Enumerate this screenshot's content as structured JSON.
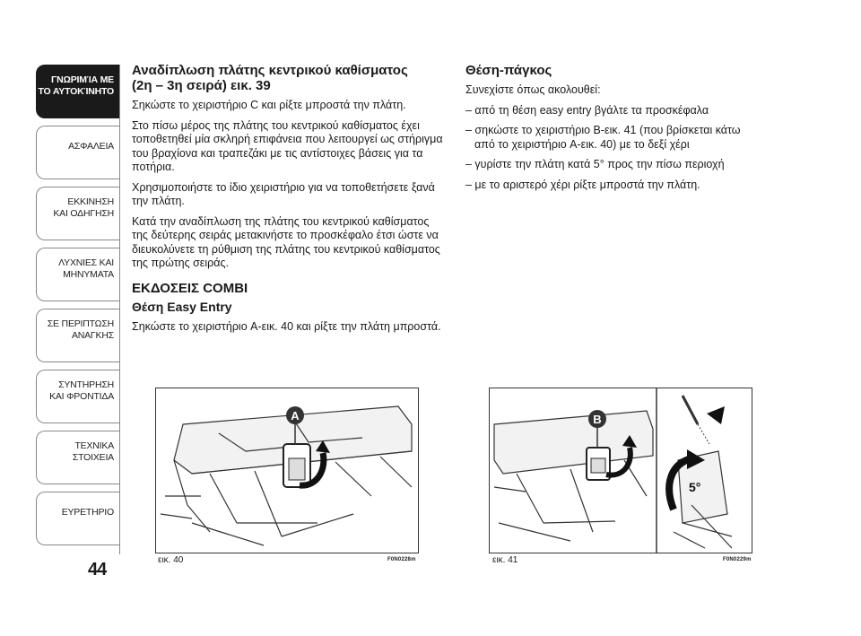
{
  "sidebar": {
    "tabs": [
      {
        "lines": [
          "ΓΝΩΡΙΜΊΑ ΜΕ",
          "ΤΟ ΑΥΤΟΚΊΝΗΤΟ"
        ],
        "active": true
      },
      {
        "lines": [
          "ΑΣΦΑΛΕΙΑ"
        ],
        "active": false
      },
      {
        "lines": [
          "ΕΚΚΙΝΗΣΗ",
          "ΚΑΙ ΟΔΗΓΗΣΗ"
        ],
        "active": false
      },
      {
        "lines": [
          "ΛΥΧΝΙΕΣ ΚΑΙ",
          "ΜΗΝΥΜΑΤΑ"
        ],
        "active": false
      },
      {
        "lines": [
          "ΣΕ ΠΕΡΙΠΤΩΣΗ",
          "ΑΝΑΓΚΗΣ"
        ],
        "active": false
      },
      {
        "lines": [
          "ΣΥΝΤΗΡΗΣΗ",
          "ΚΑΙ ΦΡΟΝΤΙΔΑ"
        ],
        "active": false
      },
      {
        "lines": [
          "ΤΕΧΝΙΚΑ",
          "ΣΤΟΙΧΕΙΑ"
        ],
        "active": false
      },
      {
        "lines": [
          "ΕΥΡΕΤΗΡΙΟ"
        ],
        "active": false
      }
    ]
  },
  "page_number": "44",
  "left": {
    "title_line1": "Αναδίπλωση πλάτης κεντρικού καθίσματος",
    "title_line2": "(2η – 3η σειρά) εικ. 39",
    "p1": "Σηκώστε το χειριστήριο C και ρίξτε μπροστά την πλάτη.",
    "p2": "Στο πίσω μέρος της πλάτης του κεντρικού καθίσματος έχει τοποθετηθεί μία σκληρή επιφάνεια που λειτουργεί ως στήριγμα του βραχίονα και τραπεζάκι με τις αντίστοιχες βάσεις για τα ποτήρια.",
    "p3": "Χρησιμοποιήστε το ίδιο χειριστήριο για να τοποθετήσετε ξανά την πλάτη.",
    "p4": "Κατά την αναδίπλωση της πλάτης του κεντρικού καθίσματος της δεύτερης σειράς μετακινήστε το προσκέφαλο έτσι ώστε να διευκολύνετε τη ρύθμιση της πλάτης του κεντρικού καθίσματος της πρώτης σειράς.",
    "heading_versions": "ΕΚΔΟΣΕΙΣ COMBI",
    "heading_easy": "Θέση Easy Entry",
    "p5": "Σηκώστε το χειριστήριο A-εικ. 40 και ρίξτε την πλάτη μπροστά."
  },
  "right": {
    "title": "Θέση-πάγκος",
    "intro": "Συνεχίστε όπως ακολουθεί:",
    "steps": [
      "– από τη θέση easy entry βγάλτε τα προσκέφαλα",
      "– σηκώστε το χειριστήριο B-εικ. 41 (που βρίσκεται κάτω από το χειριστήριο A-εικ. 40) με το δεξί χέρι",
      "– γυρίστε την πλάτη κατά 5° προς την πίσω περιοχή",
      "– με το αριστερό χέρι ρίξτε μπροστά την πλάτη."
    ]
  },
  "figures": {
    "fig40": {
      "caption": "εικ. 40",
      "code": "F0N0228m",
      "marker": "A"
    },
    "fig41": {
      "caption": "εικ. 41",
      "code": "F0N0229m",
      "marker": "B",
      "angle": "5°"
    }
  }
}
